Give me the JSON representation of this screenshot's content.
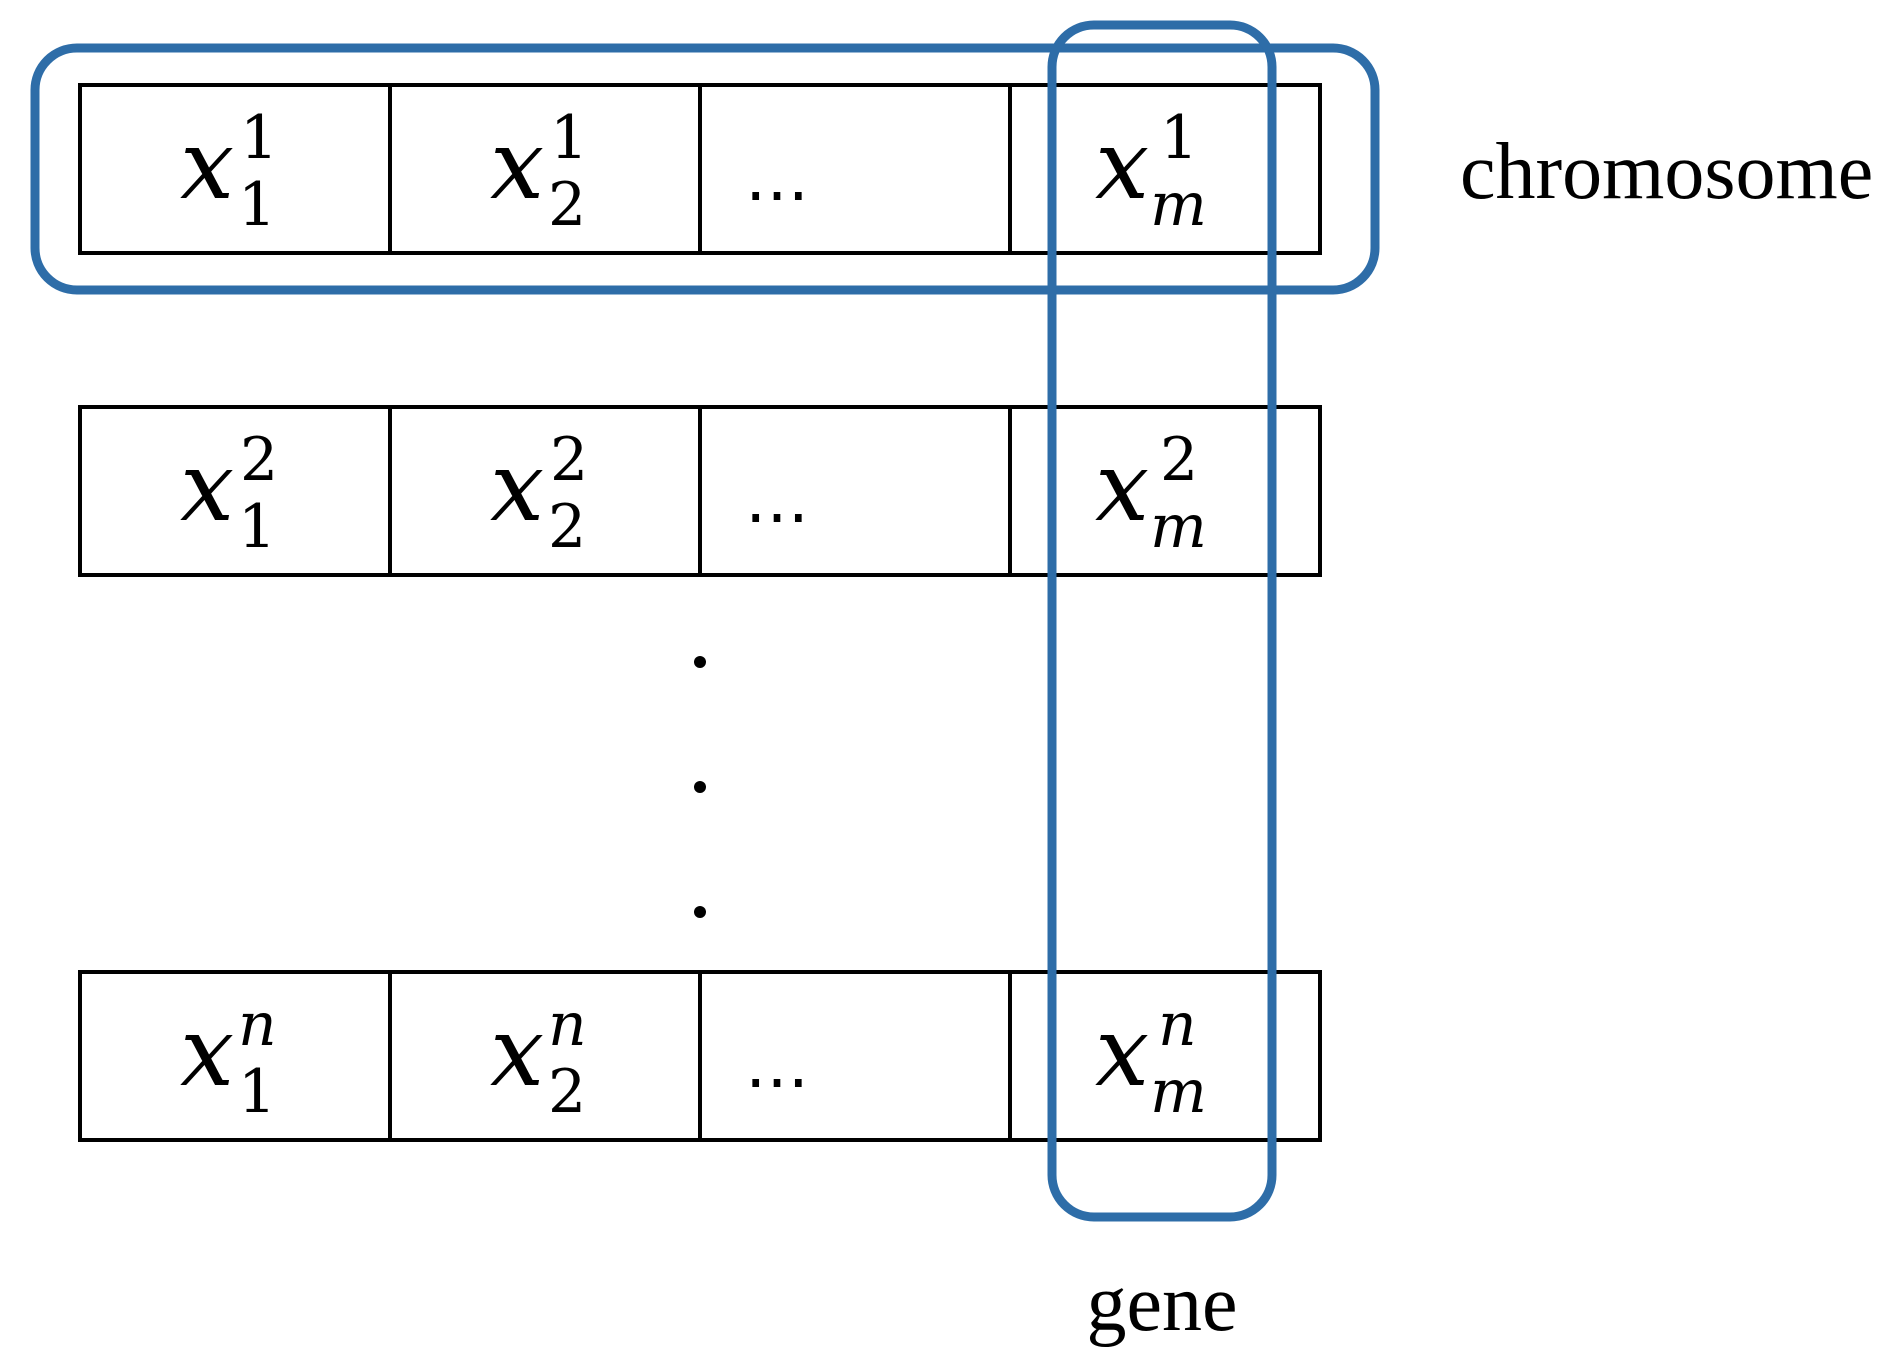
{
  "diagram": {
    "var_symbol": "x",
    "rows": [
      {
        "sup": "1",
        "cells": [
          {
            "sub": "1"
          },
          {
            "sub": "2"
          },
          {
            "ellipsis": "…"
          },
          {
            "sub": "m"
          }
        ]
      },
      {
        "sup": "2",
        "cells": [
          {
            "sub": "1"
          },
          {
            "sub": "2"
          },
          {
            "ellipsis": "…"
          },
          {
            "sub": "m"
          }
        ]
      },
      {
        "sup": "n",
        "cells": [
          {
            "sub": "1"
          },
          {
            "sub": "2"
          },
          {
            "ellipsis": "…"
          },
          {
            "sub": "m"
          }
        ]
      }
    ],
    "vertical_ellipsis_dots": 3,
    "labels": {
      "chromosome": "chromosome",
      "gene": "gene"
    },
    "colors": {
      "highlight": "#2e6da8",
      "cell_border": "#000000"
    }
  }
}
